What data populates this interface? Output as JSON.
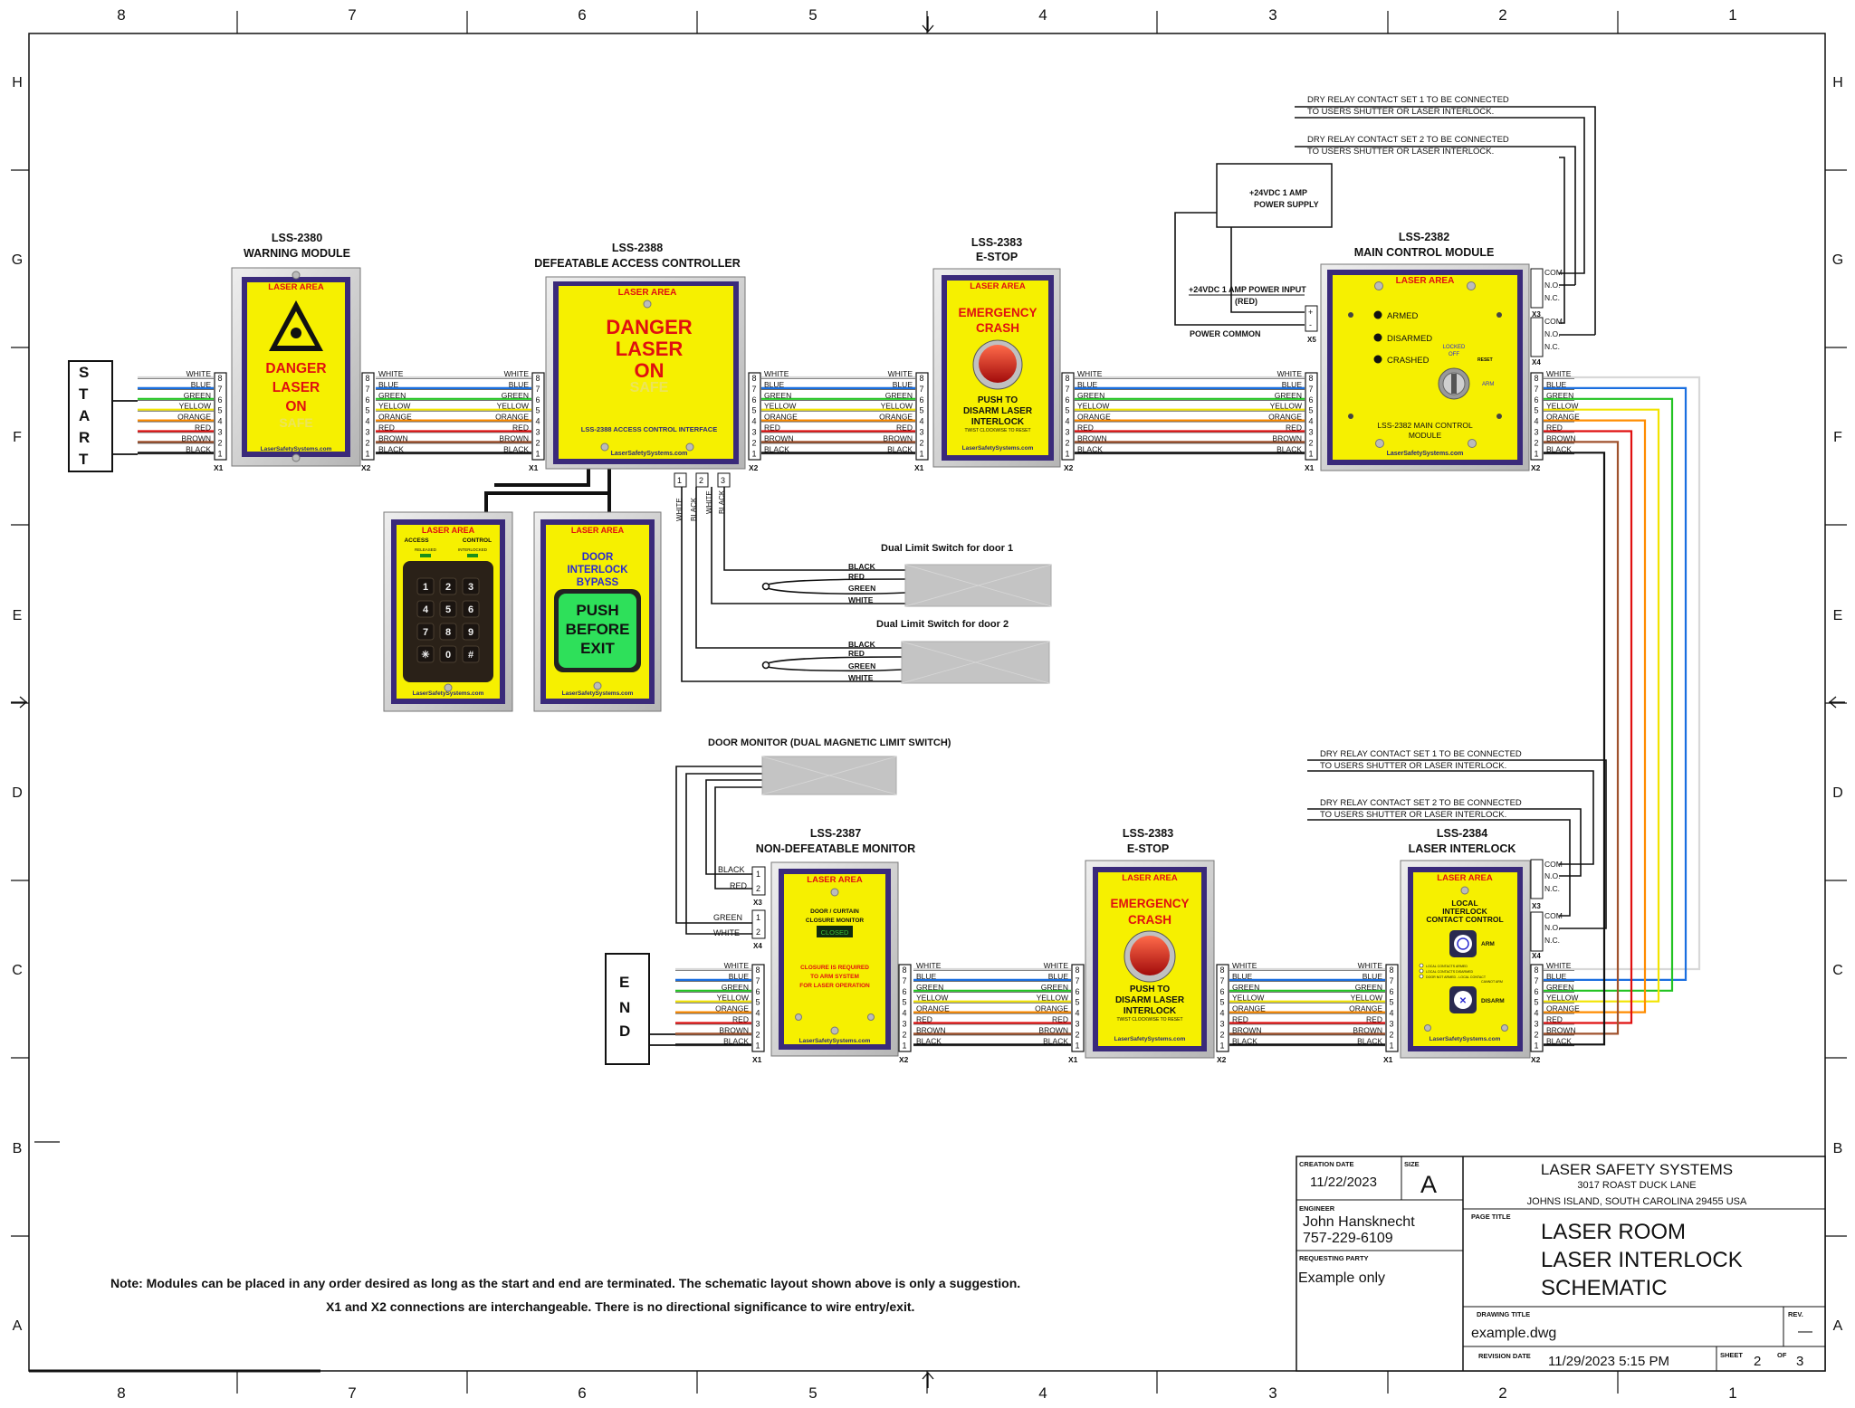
{
  "sheet": {
    "col_labels": [
      "8",
      "7",
      "6",
      "5",
      "4",
      "3",
      "2",
      "1"
    ],
    "row_labels": [
      "H",
      "G",
      "F",
      "E",
      "D",
      "C",
      "B",
      "A"
    ]
  },
  "wire_colors": {
    "white": "#d8d8d8",
    "blue": "#1a6fe0",
    "green": "#22c322",
    "yellow": "#f2e400",
    "orange": "#ff8c00",
    "red": "#e01010",
    "brown": "#a0522d",
    "black": "#111111",
    "module_face": "#f6f000",
    "module_border": "#3a2a7a",
    "shell": "#d4d4d4"
  },
  "wire_names": [
    "WHITE",
    "BLUE",
    "GREEN",
    "YELLOW",
    "ORANGE",
    "RED",
    "BROWN",
    "BLACK"
  ],
  "pins": [
    "8",
    "7",
    "6",
    "5",
    "4",
    "3",
    "2",
    "1"
  ],
  "connectors": {
    "x1": "X1",
    "x2": "X2",
    "x3": "X3",
    "x4": "X4",
    "x5": "X5"
  },
  "start_letters": [
    "S",
    "T",
    "A",
    "R",
    "T"
  ],
  "end_letters": [
    "E",
    "N",
    "D"
  ],
  "modules": {
    "warning": {
      "code": "LSS-2380",
      "name": "WARNING MODULE",
      "face_title": "LASER AREA",
      "line1": "DANGER",
      "line2": "LASER",
      "line3": "ON",
      "line4": "SAFE",
      "footer": "LaserSafetySystems.com"
    },
    "access": {
      "code": "LSS-2388",
      "name": "DEFEATABLE ACCESS CONTROLLER",
      "face_title": "LASER AREA",
      "line1": "DANGER",
      "line2": "LASER",
      "line3": "ON",
      "line4": "SAFE",
      "sub": "LSS-2388 ACCESS CONTROL INTERFACE",
      "footer": "LaserSafetySystems.com",
      "terminals": [
        "1",
        "2",
        "3"
      ],
      "terminal_wires": [
        "WHITE",
        "BLACK",
        "WHITE",
        "BLACK"
      ]
    },
    "keypad": {
      "face_title": "LASER AREA",
      "access": "ACCESS",
      "control": "CONTROL",
      "released": "RELEASED",
      "interlocked": "INTERLOCKED",
      "keys": [
        "1",
        "2",
        "3",
        "4",
        "5",
        "6",
        "7",
        "8",
        "9",
        "✳",
        "0",
        "#"
      ],
      "footer": "LaserSafetySystems.com"
    },
    "bypass": {
      "face_title": "LASER AREA",
      "line1": "DOOR",
      "line2": "INTERLOCK",
      "line3": "BYPASS",
      "btn1": "PUSH",
      "btn2": "BEFORE",
      "btn3": "EXIT",
      "footer": "LaserSafetySystems.com"
    },
    "estop_top": {
      "code": "LSS-2383",
      "name": "E-STOP",
      "face_title": "LASER AREA",
      "line1": "EMERGENCY",
      "line2": "CRASH",
      "push1": "PUSH  TO",
      "push2": "DISARM LASER",
      "push3": "INTERLOCK",
      "twist": "TWIST CLOCKWISE TO RESET",
      "footer": "LaserSafetySystems.com"
    },
    "main": {
      "code": "LSS-2382",
      "name": "MAIN  CONTROL MODULE",
      "face_title": "LASER AREA",
      "armed": "ARMED",
      "disarmed": "DISARMED",
      "crashed": "CRASHED",
      "locked": "LOCKED",
      "off": "OFF",
      "reset": "RESET",
      "arm": "ARM",
      "sub1": "LSS-2382 MAIN CONTROL",
      "sub2": "MODULE",
      "footer": "LaserSafetySystems.com",
      "relay1": "DRY RELAY CONTACT SET 1 TO BE CONNECTED",
      "relay1b": "TO USERS SHUTTER OR LASER INTERLOCK.",
      "relay2": "DRY RELAY CONTACT SET 2 TO BE CONNECTED",
      "relay2b": "TO USERS SHUTTER OR LASER INTERLOCK.",
      "psu1": "+24VDC 1 AMP",
      "psu2": "POWER SUPPLY",
      "input": "+24VDC 1 AMP POWER INPUT",
      "input_red": "(RED)",
      "common": "POWER COMMON",
      "plus": "+",
      "minus": "-",
      "com": "COM",
      "no": "N.O.",
      "nc": "N.C."
    },
    "door1": {
      "label": "Dual Limit Switch for door 1",
      "wires": [
        "BLACK",
        "RED",
        "GREEN",
        "WHITE"
      ]
    },
    "door2": {
      "label": "Dual Limit Switch for door 2",
      "wires": [
        "BLACK",
        "RED",
        "GREEN",
        "WHITE"
      ]
    },
    "door_monitor": {
      "label": "DOOR MONITOR (DUAL MAGNETIC LIMIT SWITCH)"
    },
    "monitor": {
      "code": "LSS-2387",
      "name": "NON-DEFEATABLE MONITOR",
      "face_title": "LASER AREA",
      "line1": "DOOR / CURTAIN",
      "line2": "CLOSURE MONITOR",
      "closed": "CLOSED",
      "req1": "CLOSURE IS REQUIRED",
      "req2": "TO ARM SYSTEM",
      "req3": "FOR LASER OPERATION",
      "footer": "LaserSafetySystems.com",
      "x3_wires": [
        "BLACK",
        "RED"
      ],
      "x4_wires": [
        "GREEN",
        "WHITE"
      ],
      "x_pins": [
        "1",
        "2"
      ]
    },
    "estop_bottom": {
      "code": "LSS-2383",
      "name": "E-STOP",
      "face_title": "LASER AREA",
      "line1": "EMERGENCY",
      "line2": "CRASH",
      "push1": "PUSH  TO",
      "push2": "DISARM LASER",
      "push3": "INTERLOCK",
      "twist": "TWIST CLOCKWISE TO RESET",
      "footer": "LaserSafetySystems.com"
    },
    "interlock": {
      "code": "LSS-2384",
      "name": "LASER INTERLOCK",
      "face_title": "LASER AREA",
      "line1": "LOCAL",
      "line2": "INTERLOCK",
      "line3": "CONTACT CONTROL",
      "arm": "ARM",
      "disarm": "DISARM",
      "note1": "LOCAL CONTACTS ARMED",
      "note2": "LOCAL CONTACTS DISARMED",
      "note3": "DOOR NOT ARMED - LOCAL CONTACT",
      "note4": "CANNOT ARM",
      "footer": "LaserSafetySystems.com",
      "relay1": "DRY RELAY CONTACT SET 1 TO BE CONNECTED",
      "relay1b": "TO USERS SHUTTER OR LASER INTERLOCK.",
      "relay2": "DRY RELAY CONTACT SET 2 TO BE CONNECTED",
      "relay2b": "TO USERS SHUTTER OR LASER INTERLOCK.",
      "com": "COM",
      "no": "N.O.",
      "nc": "N.C."
    }
  },
  "note": {
    "line1": "Note:  Modules can be placed in any order desired as long as the start and end are terminated.  The schematic layout shown above is only a suggestion.",
    "line2": "X1 and X2 connections are interchangeable.  There is no directional significance to wire entry/exit."
  },
  "title_block": {
    "creation_date_label": "CREATION  DATE",
    "creation_date": "11/22/2023",
    "size_label": "SIZE",
    "size": "A",
    "company": "LASER SAFETY SYSTEMS",
    "address1": "3017 ROAST DUCK LANE",
    "address2": "JOHNS ISLAND, SOUTH CAROLINA 29455   USA",
    "engineer_label": "ENGINEER",
    "engineer": "John   Hansknecht",
    "phone": "757-229-6109",
    "requesting_label": "REQUESTING  PARTY",
    "requesting": "Example only",
    "page_title_label": "PAGE  TITLE",
    "title1": "LASER ROOM",
    "title2": "LASER INTERLOCK",
    "title3": "SCHEMATIC",
    "drawing_title_label": "DRAWING  TITLE",
    "drawing": "example.dwg",
    "rev_label": "REV.",
    "rev": "—",
    "revision_date_label": "REVISION  DATE",
    "revision_date": "11/29/2023 5:15 PM",
    "sheet_label": "SHEET",
    "sheet": "2",
    "of_label": "OF",
    "of": "3"
  }
}
